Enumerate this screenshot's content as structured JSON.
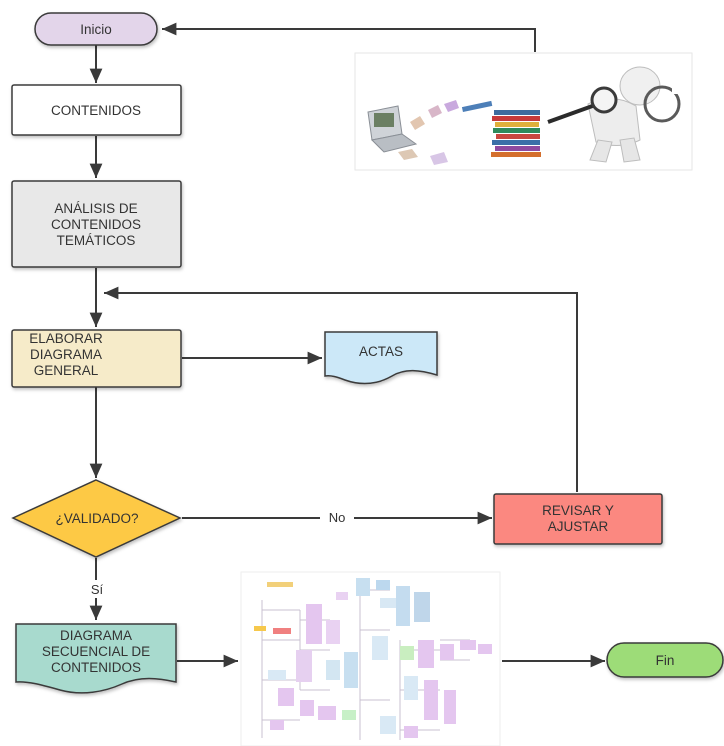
{
  "diagram": {
    "start": {
      "label": "Inicio"
    },
    "contents": {
      "label": "CONTENIDOS"
    },
    "analysis": {
      "lines": [
        "ANÁLISIS DE",
        "CONTENIDOS",
        "TEMÁTICOS"
      ]
    },
    "elaborate": {
      "lines": [
        "ELABORAR",
        "DIAGRAMA",
        "GENERAL"
      ]
    },
    "actas": {
      "label": "ACTAS"
    },
    "decision": {
      "label": "¿VALIDADO?"
    },
    "revise": {
      "lines": [
        "REVISAR Y",
        "AJUSTAR"
      ]
    },
    "sequence": {
      "lines": [
        "DIAGRAMA",
        "SECUENCIAL DE",
        "CONTENIDOS"
      ]
    },
    "end": {
      "label": "Fin"
    },
    "edge_no": "No",
    "edge_yes": "Sí"
  },
  "colors": {
    "start_fill": "#e3d5ea",
    "process_fill": "#ffffff",
    "analysis_fill": "#e8e8e8",
    "elaborate_fill": "#f6ebc9",
    "actas_fill": "#cce8f8",
    "decision_fill": "#fdc945",
    "revise_fill": "#fb8880",
    "sequence_fill": "#a8dace",
    "end_fill": "#9ddc78",
    "stroke": "#3a3a3a"
  },
  "images": {
    "research_illustration": "person-with-magnifying-glass-and-books",
    "sequence_diagram_thumbnail": "mind-map-thumbnail"
  }
}
